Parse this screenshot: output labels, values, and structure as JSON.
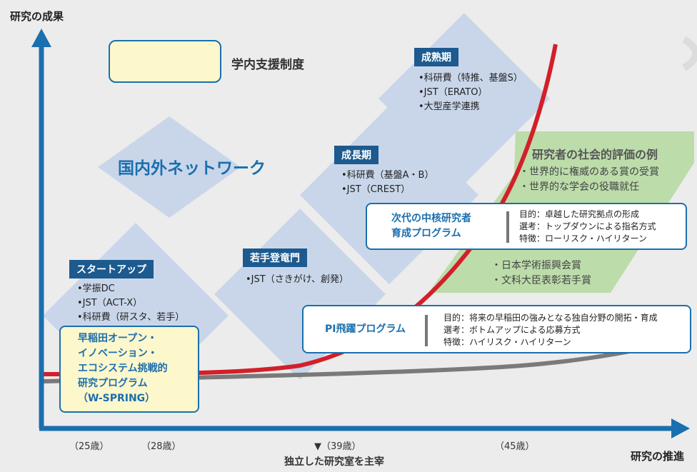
{
  "axes": {
    "y_label": "研究の成果",
    "x_label": "研究の推進",
    "ages": [
      "（25歳）",
      "（28歳）",
      "▼（39歳）",
      "（45歳）"
    ],
    "milestone": "独立した研究室を主宰"
  },
  "legend": {
    "label": "学内支援制度"
  },
  "network_label": "国内外ネットワーク",
  "stages": [
    {
      "title": "スタートアップ",
      "items": [
        "•学振DC",
        "•JST（ACT-X）",
        "•科研費（研スタ、若手）"
      ]
    },
    {
      "title": "若手登竜門",
      "items": [
        "•JST（さきがけ、創発）"
      ]
    },
    {
      "title": "成長期",
      "items": [
        "•科研費（基盤A・B）",
        "•JST（CREST）"
      ]
    },
    {
      "title": "成熟期",
      "items": [
        "•科研費（特推、基盤S）",
        "•JST（ERATO）",
        "•大型産学連携"
      ]
    }
  ],
  "wspring": {
    "lines": [
      "早稲田オープン・",
      "イノベーション・",
      "エコシステム挑戦的",
      "研究プログラム",
      "（W-SPRING）"
    ]
  },
  "recognition": {
    "title": "研究者の社会的評価の例",
    "items_top": [
      "・世界的に権威のある賞の受賞",
      "・世界的な学会の役職就任"
    ],
    "items_bottom": [
      "・日本学術振興会賞",
      "・文科大臣表彰若手賞"
    ]
  },
  "programs": [
    {
      "title_lines": [
        "次代の中核研究者",
        "育成プログラム"
      ],
      "details": [
        "目的：卓越した研究拠点の形成",
        "選考：トップダウンによる指名方式",
        "特徴：ローリスク・ハイリターン"
      ]
    },
    {
      "title_lines": [
        "PI飛躍プログラム"
      ],
      "details": [
        "目的：将来の早稲田の強みとなる独自分野の開拓・育成",
        "選考：ボトムアップによる応募方式",
        "特徴：ハイリスク・ハイリターン"
      ]
    }
  ],
  "colors": {
    "axis": "#1a6fae",
    "diamond": "#c9d6ea",
    "green": "#bcdcaa",
    "curve_red": "#d2202a",
    "curve_gray": "#7a7a7a"
  }
}
